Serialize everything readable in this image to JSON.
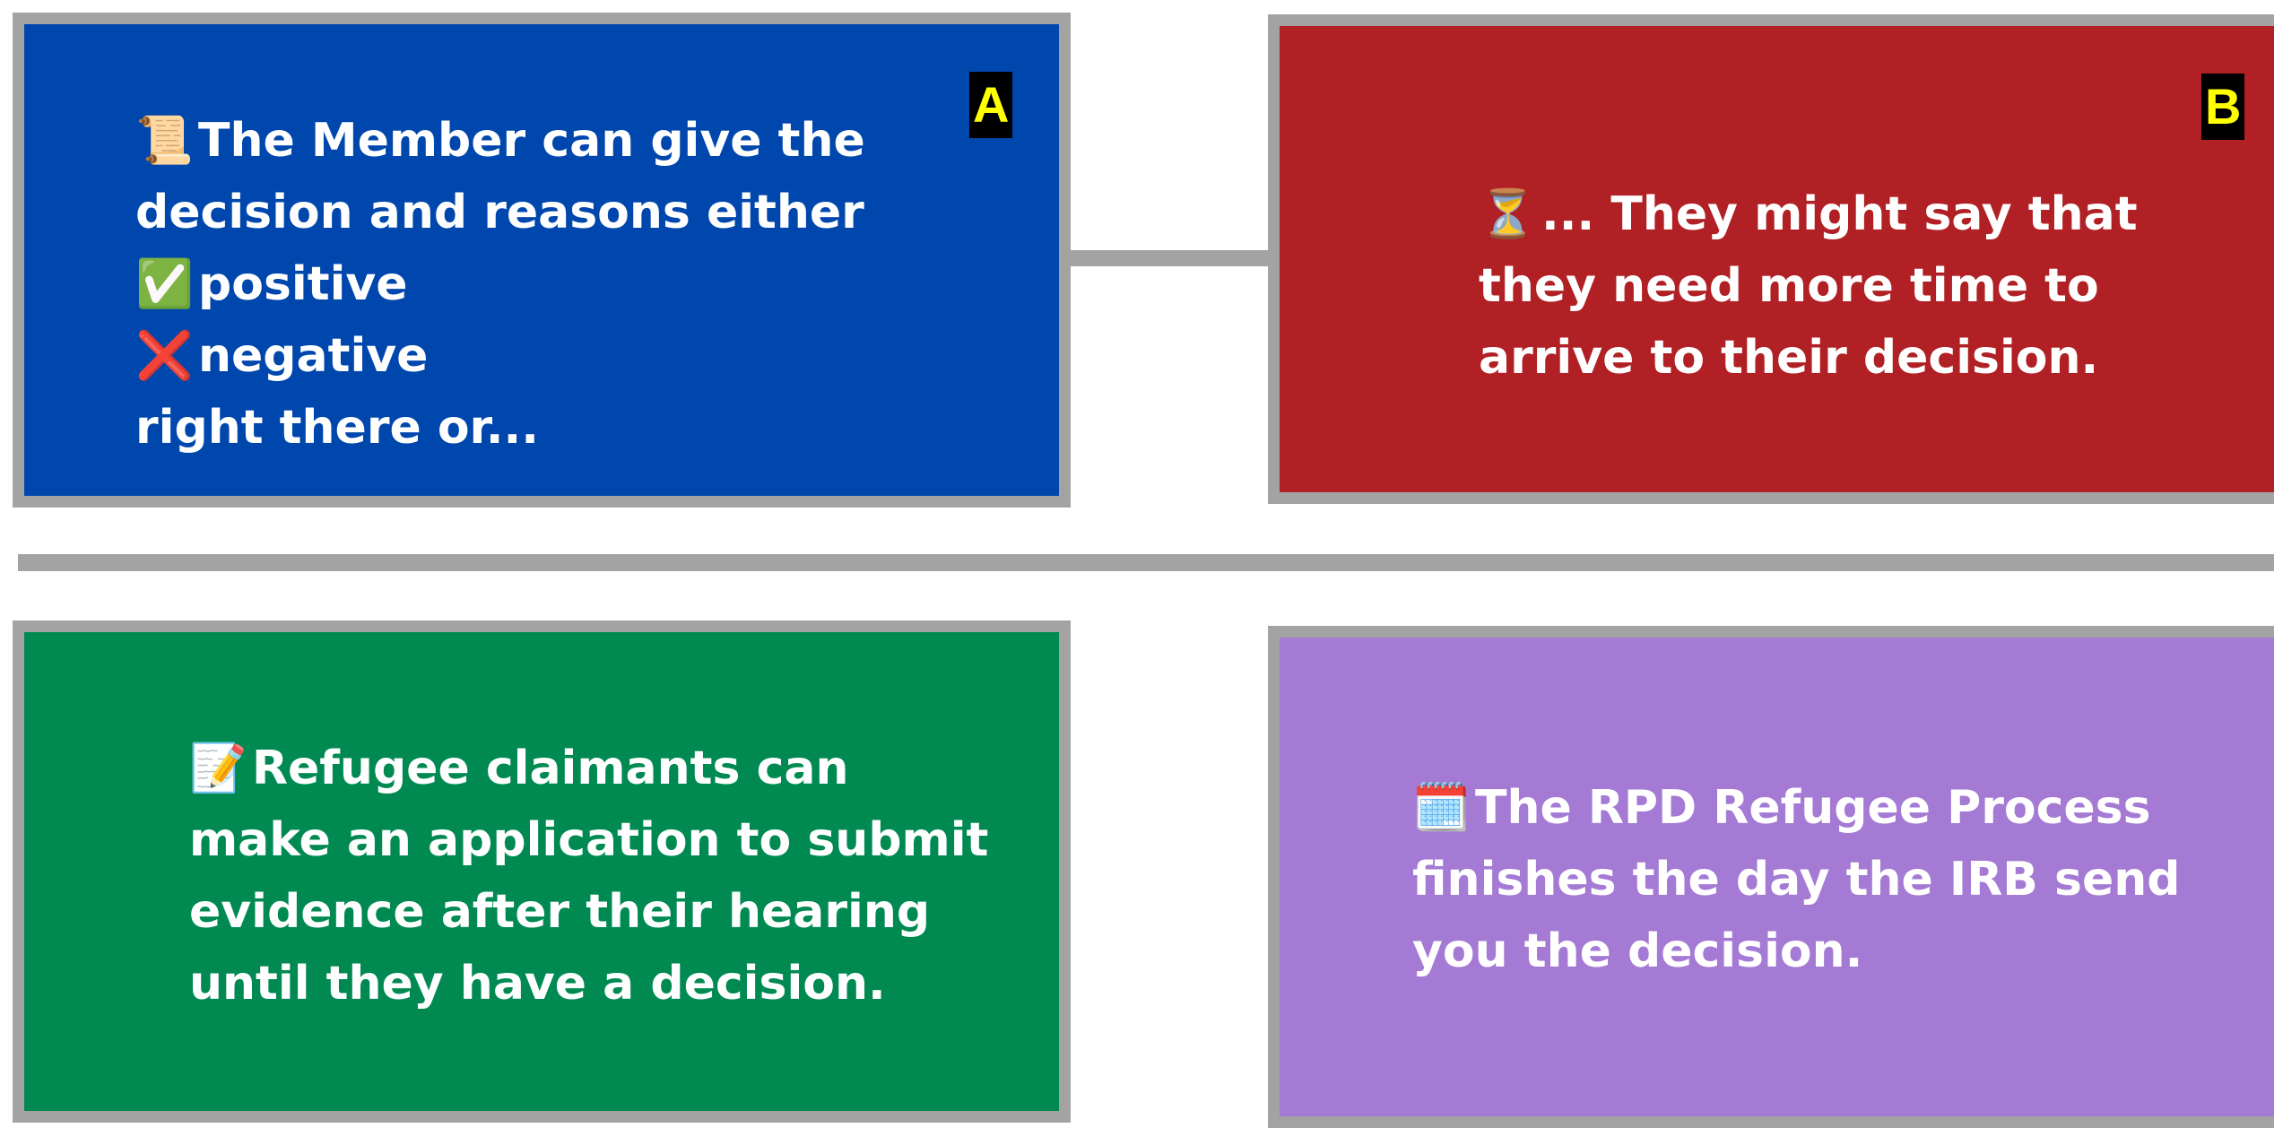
{
  "card_a": {
    "badge": "A",
    "icon": "scroll-icon",
    "emoji": "📜",
    "line1": "The Member can give the",
    "line2": "decision and reasons either",
    "positive_emoji": "✅",
    "positive": "positive",
    "negative_emoji": "❌",
    "negative": "negative",
    "line5": "right there or...",
    "color": "#0047ad"
  },
  "card_b": {
    "badge": "B",
    "emoji": "⏳",
    "line1": "... They might say that",
    "line2": "they need more time to",
    "line3": "arrive to their decision.",
    "color": "#b02024"
  },
  "card_c": {
    "emoji": "📝",
    "line1": "Refugee claimants can",
    "line2": "make an application to submit",
    "line3": "evidence after their hearing",
    "line4": "until they have a decision.",
    "color": "#008a52"
  },
  "card_d": {
    "emoji": "🗓️",
    "line1": "The RPD Refugee Process",
    "line2": "finishes the day the IRB send",
    "line3": "you the decision.",
    "color": "#a47ad4"
  },
  "colors": {
    "border": "#a3a3a3",
    "badge_bg": "#000000",
    "badge_text": "#ffff00",
    "text": "#ffffff"
  }
}
